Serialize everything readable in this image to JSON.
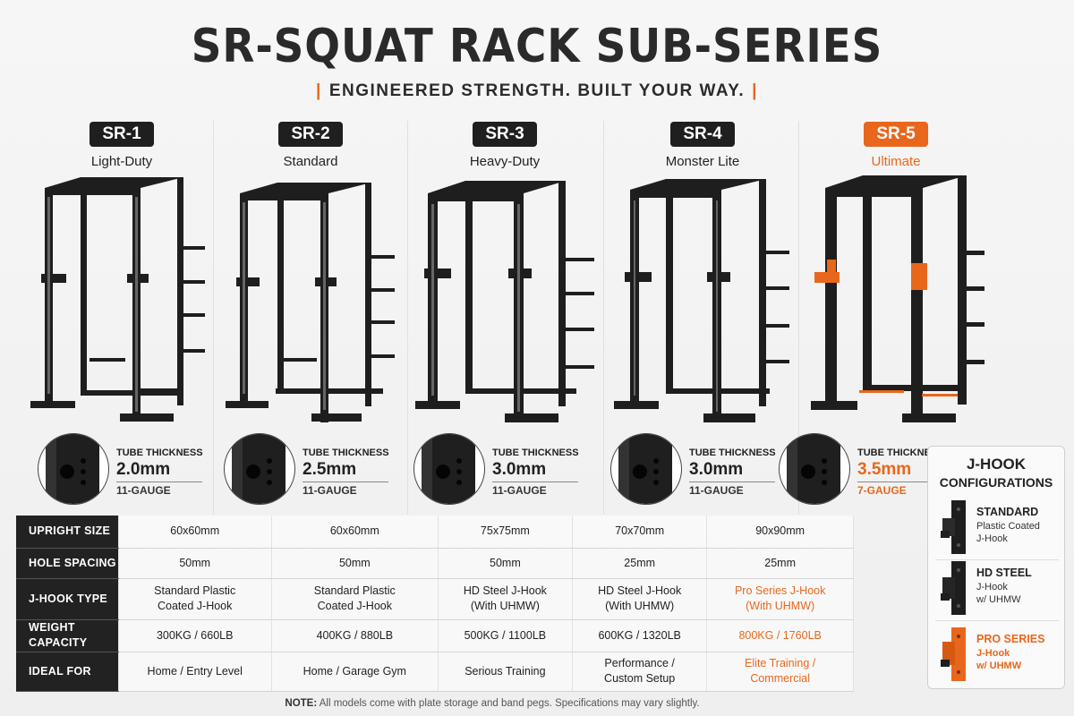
{
  "title": "SR-SQUAT RACK SUB-SERIES",
  "subtitle": "ENGINEERED STRENGTH.  BUILT YOUR WAY.",
  "accent_color": "#e8671c",
  "models": [
    {
      "code": "SR-1",
      "name": "Light-Duty",
      "tube_label": "TUBE THICKNESS",
      "thickness": "2.0mm",
      "gauge": "11-GAUGE"
    },
    {
      "code": "SR-2",
      "name": "Standard",
      "tube_label": "TUBE THICKNESS",
      "thickness": "2.5mm",
      "gauge": "11-GAUGE"
    },
    {
      "code": "SR-3",
      "name": "Heavy-Duty",
      "tube_label": "TUBE THICKNESS",
      "thickness": "3.0mm",
      "gauge": "11-GAUGE"
    },
    {
      "code": "SR-4",
      "name": "Monster Lite",
      "tube_label": "TUBE THICKNESS",
      "thickness": "3.0mm",
      "gauge": "11-GAUGE"
    },
    {
      "code": "SR-5",
      "name": "Ultimate",
      "tube_label": "TUBE THICKNESS",
      "thickness": "3.5mm",
      "gauge": "7-GAUGE"
    }
  ],
  "specs": [
    {
      "label": "UPRIGHT SIZE",
      "values": [
        "60x60mm",
        "60x60mm",
        "75x75mm",
        "70x70mm",
        "90x90mm"
      ]
    },
    {
      "label": "HOLE SPACING",
      "values": [
        "50mm",
        "50mm",
        "50mm",
        "25mm",
        "25mm"
      ]
    },
    {
      "label": "J-HOOK TYPE",
      "values": [
        [
          "Standard Plastic",
          "Coated J-Hook"
        ],
        [
          "Standard Plastic",
          "Coated J-Hook"
        ],
        [
          "HD Steel J-Hook",
          "(With UHMW)"
        ],
        [
          "HD Steel J-Hook",
          "(With UHMW)"
        ],
        [
          "Pro Series J-Hook",
          "(With UHMW)"
        ]
      ]
    },
    {
      "label": "WEIGHT CAPACITY",
      "values": [
        "300KG / 660LB",
        "400KG / 880LB",
        "500KG / 1100LB",
        "600KG / 1320LB",
        "800KG / 1760LB"
      ]
    },
    {
      "label": "IDEAL FOR",
      "values": [
        [
          "Home / Entry Level"
        ],
        [
          "Home / Garage Gym"
        ],
        [
          "Serious Training"
        ],
        [
          "Performance /",
          "Custom Setup"
        ],
        [
          "Elite Training /",
          "Commercial"
        ]
      ]
    }
  ],
  "jhook": {
    "title_line1": "J-HOOK",
    "title_line2": "CONFIGURATIONS",
    "items": [
      {
        "name": "STANDARD",
        "desc_line1": "Plastic Coated",
        "desc_line2": "J-Hook",
        "icon": "standard-jhook-icon"
      },
      {
        "name": "HD STEEL",
        "desc_line1": "J-Hook",
        "desc_line2": "w/ UHMW",
        "icon": "hd-steel-jhook-icon"
      },
      {
        "name": "PRO SERIES",
        "desc_line1": "J-Hook",
        "desc_line2": "w/ UHMW",
        "icon": "pro-series-jhook-icon"
      }
    ]
  },
  "note_prefix": "NOTE:",
  "note": " All models come with plate storage and band pegs. Specifications may vary slightly."
}
